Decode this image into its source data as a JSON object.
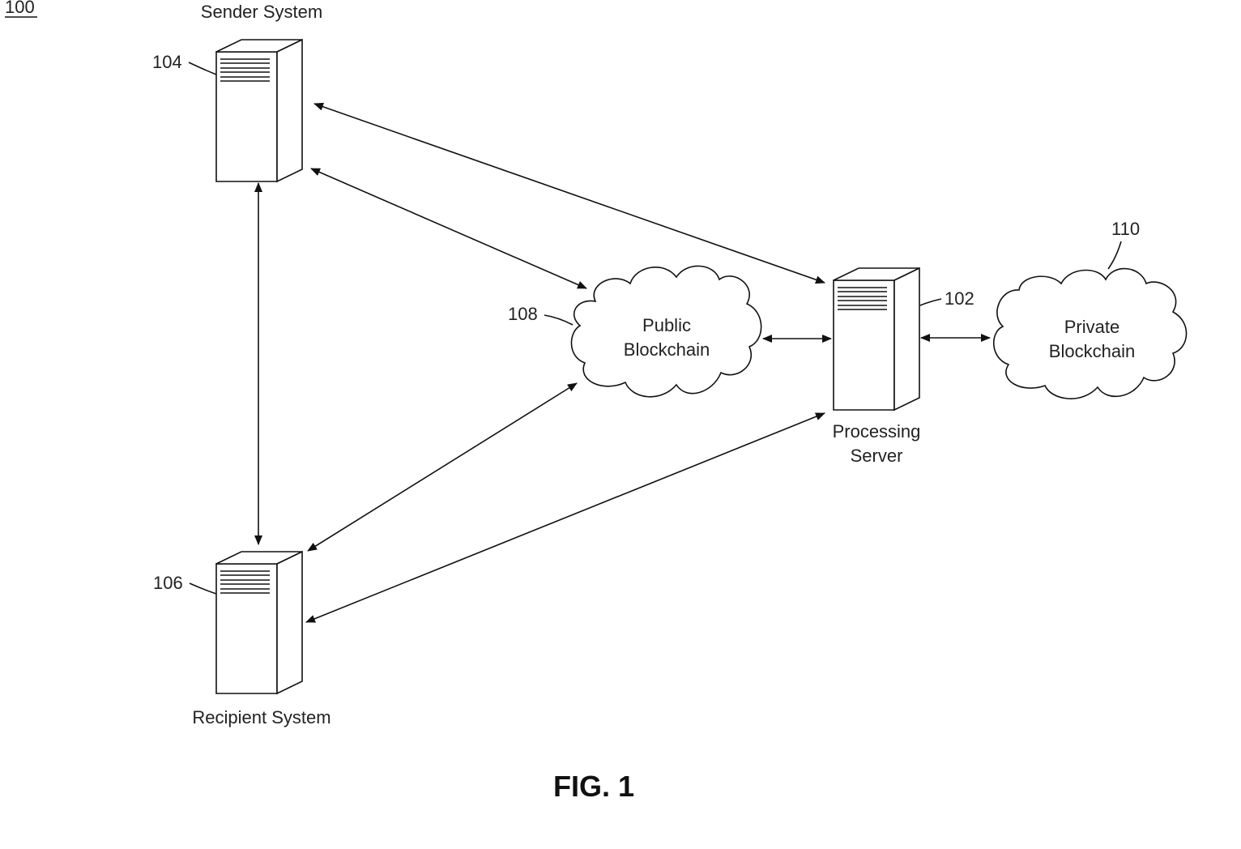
{
  "figure_ref": "100",
  "figure_caption": "FIG. 1",
  "nodes": {
    "sender": {
      "ref": "104",
      "label": "Sender System"
    },
    "recipient": {
      "ref": "106",
      "label": "Recipient System"
    },
    "processing": {
      "ref": "102",
      "label_line1": "Processing",
      "label_line2": "Server"
    },
    "public_chain": {
      "ref": "108",
      "label_line1": "Public",
      "label_line2": "Blockchain"
    },
    "private_chain": {
      "ref": "110",
      "label_line1": "Private",
      "label_line2": "Blockchain"
    }
  },
  "connections": [
    {
      "from": "sender",
      "to": "processing",
      "direction": "bidirectional"
    },
    {
      "from": "sender",
      "to": "public_chain",
      "direction": "bidirectional"
    },
    {
      "from": "sender",
      "to": "recipient",
      "direction": "bidirectional"
    },
    {
      "from": "recipient",
      "to": "public_chain",
      "direction": "bidirectional"
    },
    {
      "from": "recipient",
      "to": "processing",
      "direction": "bidirectional"
    },
    {
      "from": "public_chain",
      "to": "processing",
      "direction": "bidirectional"
    },
    {
      "from": "processing",
      "to": "private_chain",
      "direction": "bidirectional"
    }
  ]
}
